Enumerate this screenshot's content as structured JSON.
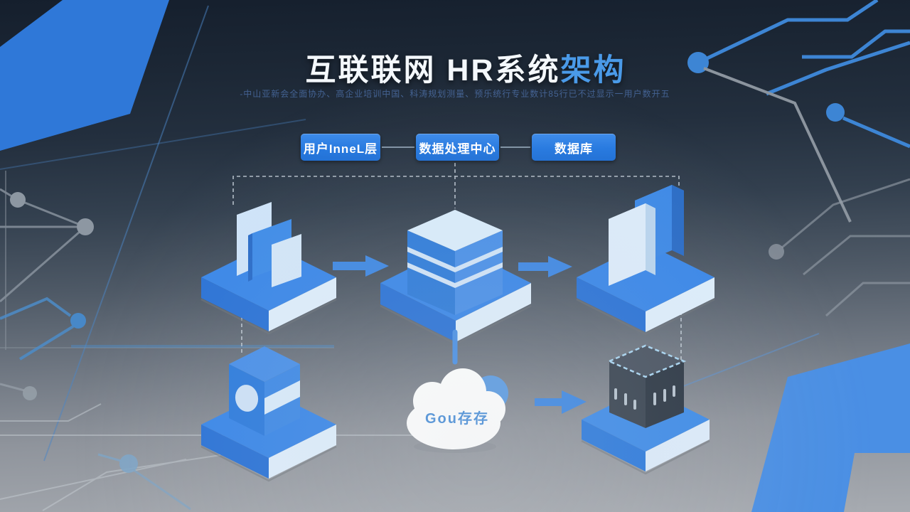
{
  "header": {
    "title_main": "互联联网 HR系统",
    "title_accent": "架构",
    "subtitle": "-中山亚新会全面协办、高企业培训中国、科涛规划测量、预乐统行专业数计85行已不过显示一用户数开五"
  },
  "flow_labels": [
    {
      "label": "用户InneL层"
    },
    {
      "label": "数据处理中心"
    },
    {
      "label": "数据库"
    }
  ],
  "cloud": {
    "label": "Gou存存"
  },
  "colors": {
    "title_accent": "#4a9ae8",
    "button_blue": "#2a7ce0",
    "arrow_blue": "#3f88e2",
    "platform_top": "#3a87e8",
    "platform_left": "#2b73d6",
    "platform_right": "#ddedfb",
    "dark_cube": "#3a4552",
    "circuit_blue": "#3d85d4",
    "circuit_gray": "#8d97a2"
  }
}
